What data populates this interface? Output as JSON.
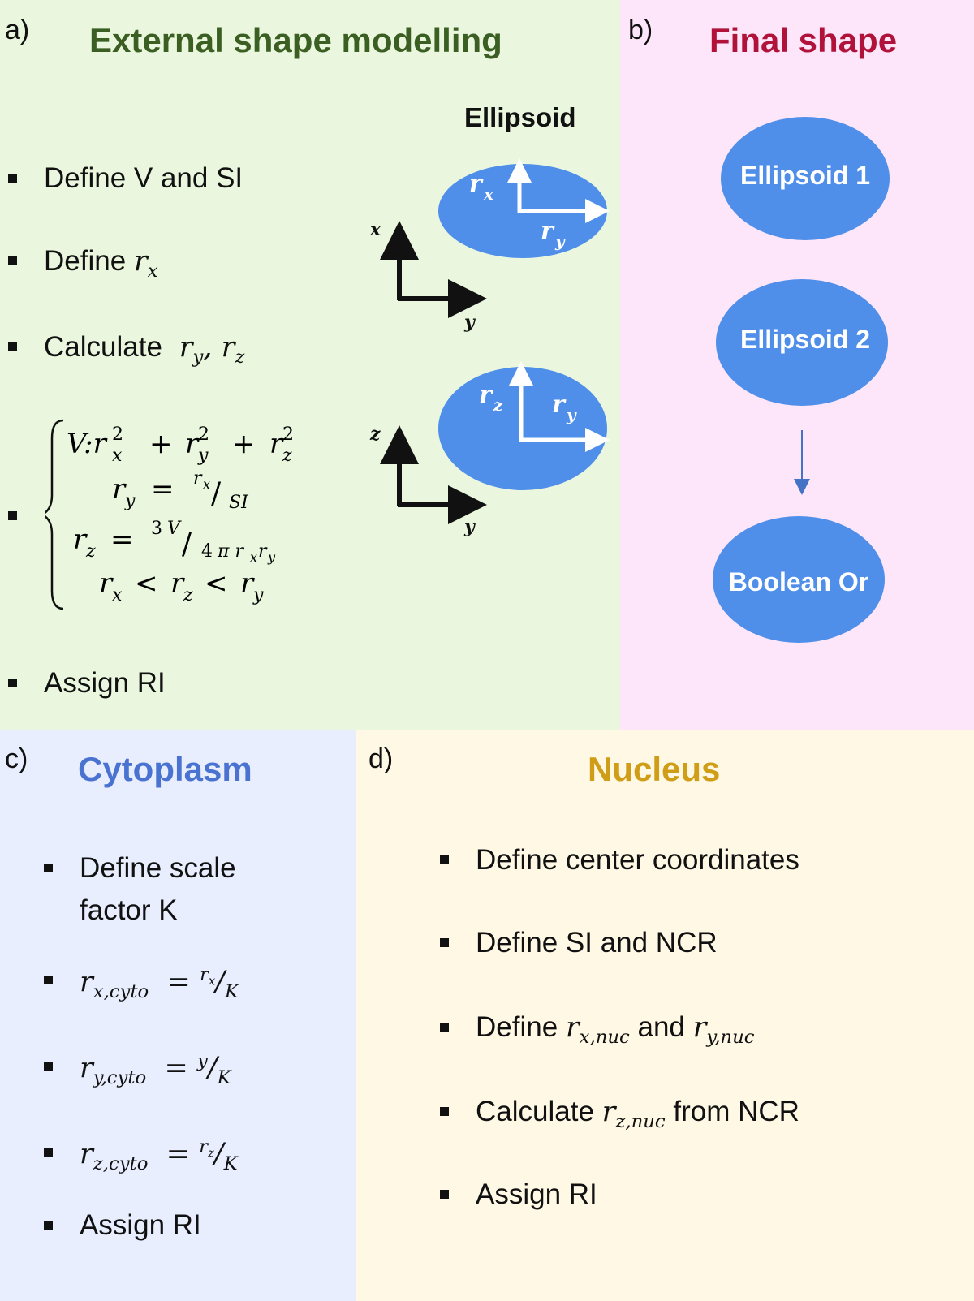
{
  "panel_a": {
    "label": "a)",
    "title": "External shape modelling",
    "ellipsoid_heading": "Ellipsoid",
    "items": [
      "Define V and SI",
      "Define",
      "Calculate",
      "Assign RI"
    ],
    "sym_rx": "r",
    "sub_x": "x",
    "sub_y": "y",
    "sub_z": "z",
    "axis_x": "x",
    "axis_y": "y",
    "axis_z": "z"
  },
  "panel_b": {
    "label": "b)",
    "title": "Final shape",
    "nodes": [
      "Ellipsoid 1",
      "Ellipsoid 2",
      "Boolean Or"
    ]
  },
  "panel_c": {
    "label": "c)",
    "title": "Cytoplasm",
    "items": [
      "Define scale",
      "factor K",
      "Assign RI"
    ],
    "cyto": "x,cyto",
    "cyto_y": "y,cyto",
    "cyto_z": "z,cyto",
    "K": "K"
  },
  "panel_d": {
    "label": "d)",
    "title": "Nucleus",
    "items": [
      "Define center coordinates",
      "Define SI and NCR",
      "Define",
      "and",
      "Calculate",
      "from NCR",
      "Assign RI"
    ],
    "nuc_x": "x,nuc",
    "nuc_y": "y,nuc",
    "nuc_z": "z,nuc"
  },
  "colors": {
    "panel_a_bg": "#eaf7de",
    "panel_b_bg": "#fde6fa",
    "panel_c_bg": "#e8eefe",
    "panel_d_bg": "#fef8e5",
    "title_a": "#3b5e23",
    "title_b": "#b1123a",
    "title_c": "#4a73d1",
    "title_d": "#cf9d16",
    "ellipse": "#4f8fea"
  }
}
